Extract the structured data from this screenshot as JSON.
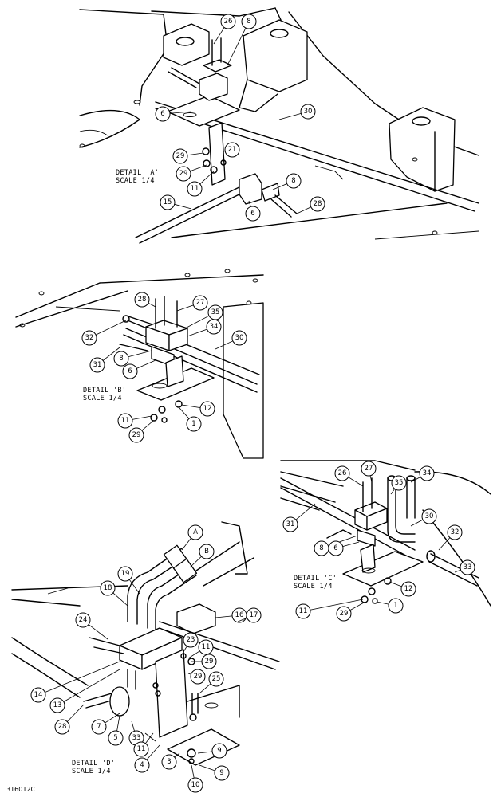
{
  "figure_code": "316012C",
  "details": [
    {
      "id": "detail-a",
      "title": "DETAIL 'A'",
      "scale": "SCALE 1/4",
      "callouts": [
        "26",
        "8",
        "6",
        "30",
        "21",
        "29",
        "29",
        "11",
        "8",
        "28",
        "6",
        "15"
      ]
    },
    {
      "id": "detail-b",
      "title": "DETAIL 'B'",
      "scale": "SCALE 1/4",
      "callouts": [
        "28",
        "27",
        "35",
        "34",
        "32",
        "30",
        "31",
        "8",
        "6",
        "11",
        "29",
        "12",
        "1"
      ]
    },
    {
      "id": "detail-c",
      "title": "DETAIL 'C'",
      "scale": "SCALE 1/4",
      "callouts": [
        "26",
        "27",
        "35",
        "34",
        "30",
        "31",
        "8",
        "6",
        "32",
        "33",
        "11",
        "29",
        "12",
        "1"
      ]
    },
    {
      "id": "detail-d",
      "title": "DETAIL 'D'",
      "scale": "SCALE 1/4",
      "callouts": [
        "A",
        "B",
        "19",
        "18",
        "16",
        "17",
        "24",
        "23",
        "11",
        "29",
        "14",
        "13",
        "25",
        "29",
        "7",
        "28",
        "5",
        "33",
        "11",
        "4",
        "3",
        "9",
        "9",
        "10"
      ]
    }
  ]
}
